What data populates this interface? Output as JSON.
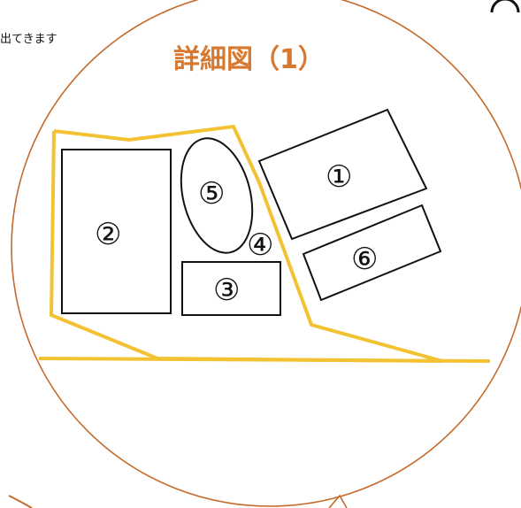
{
  "caption": "出てきます",
  "title": "詳細図（1）",
  "colors": {
    "circle": "#c46a2a",
    "title": "#d8782e",
    "boundary": "#f2c233",
    "shape": "#111111"
  },
  "labels": {
    "n1": "①",
    "n2": "②",
    "n3": "③",
    "n4": "④",
    "n5": "⑤",
    "n6": "⑥"
  }
}
